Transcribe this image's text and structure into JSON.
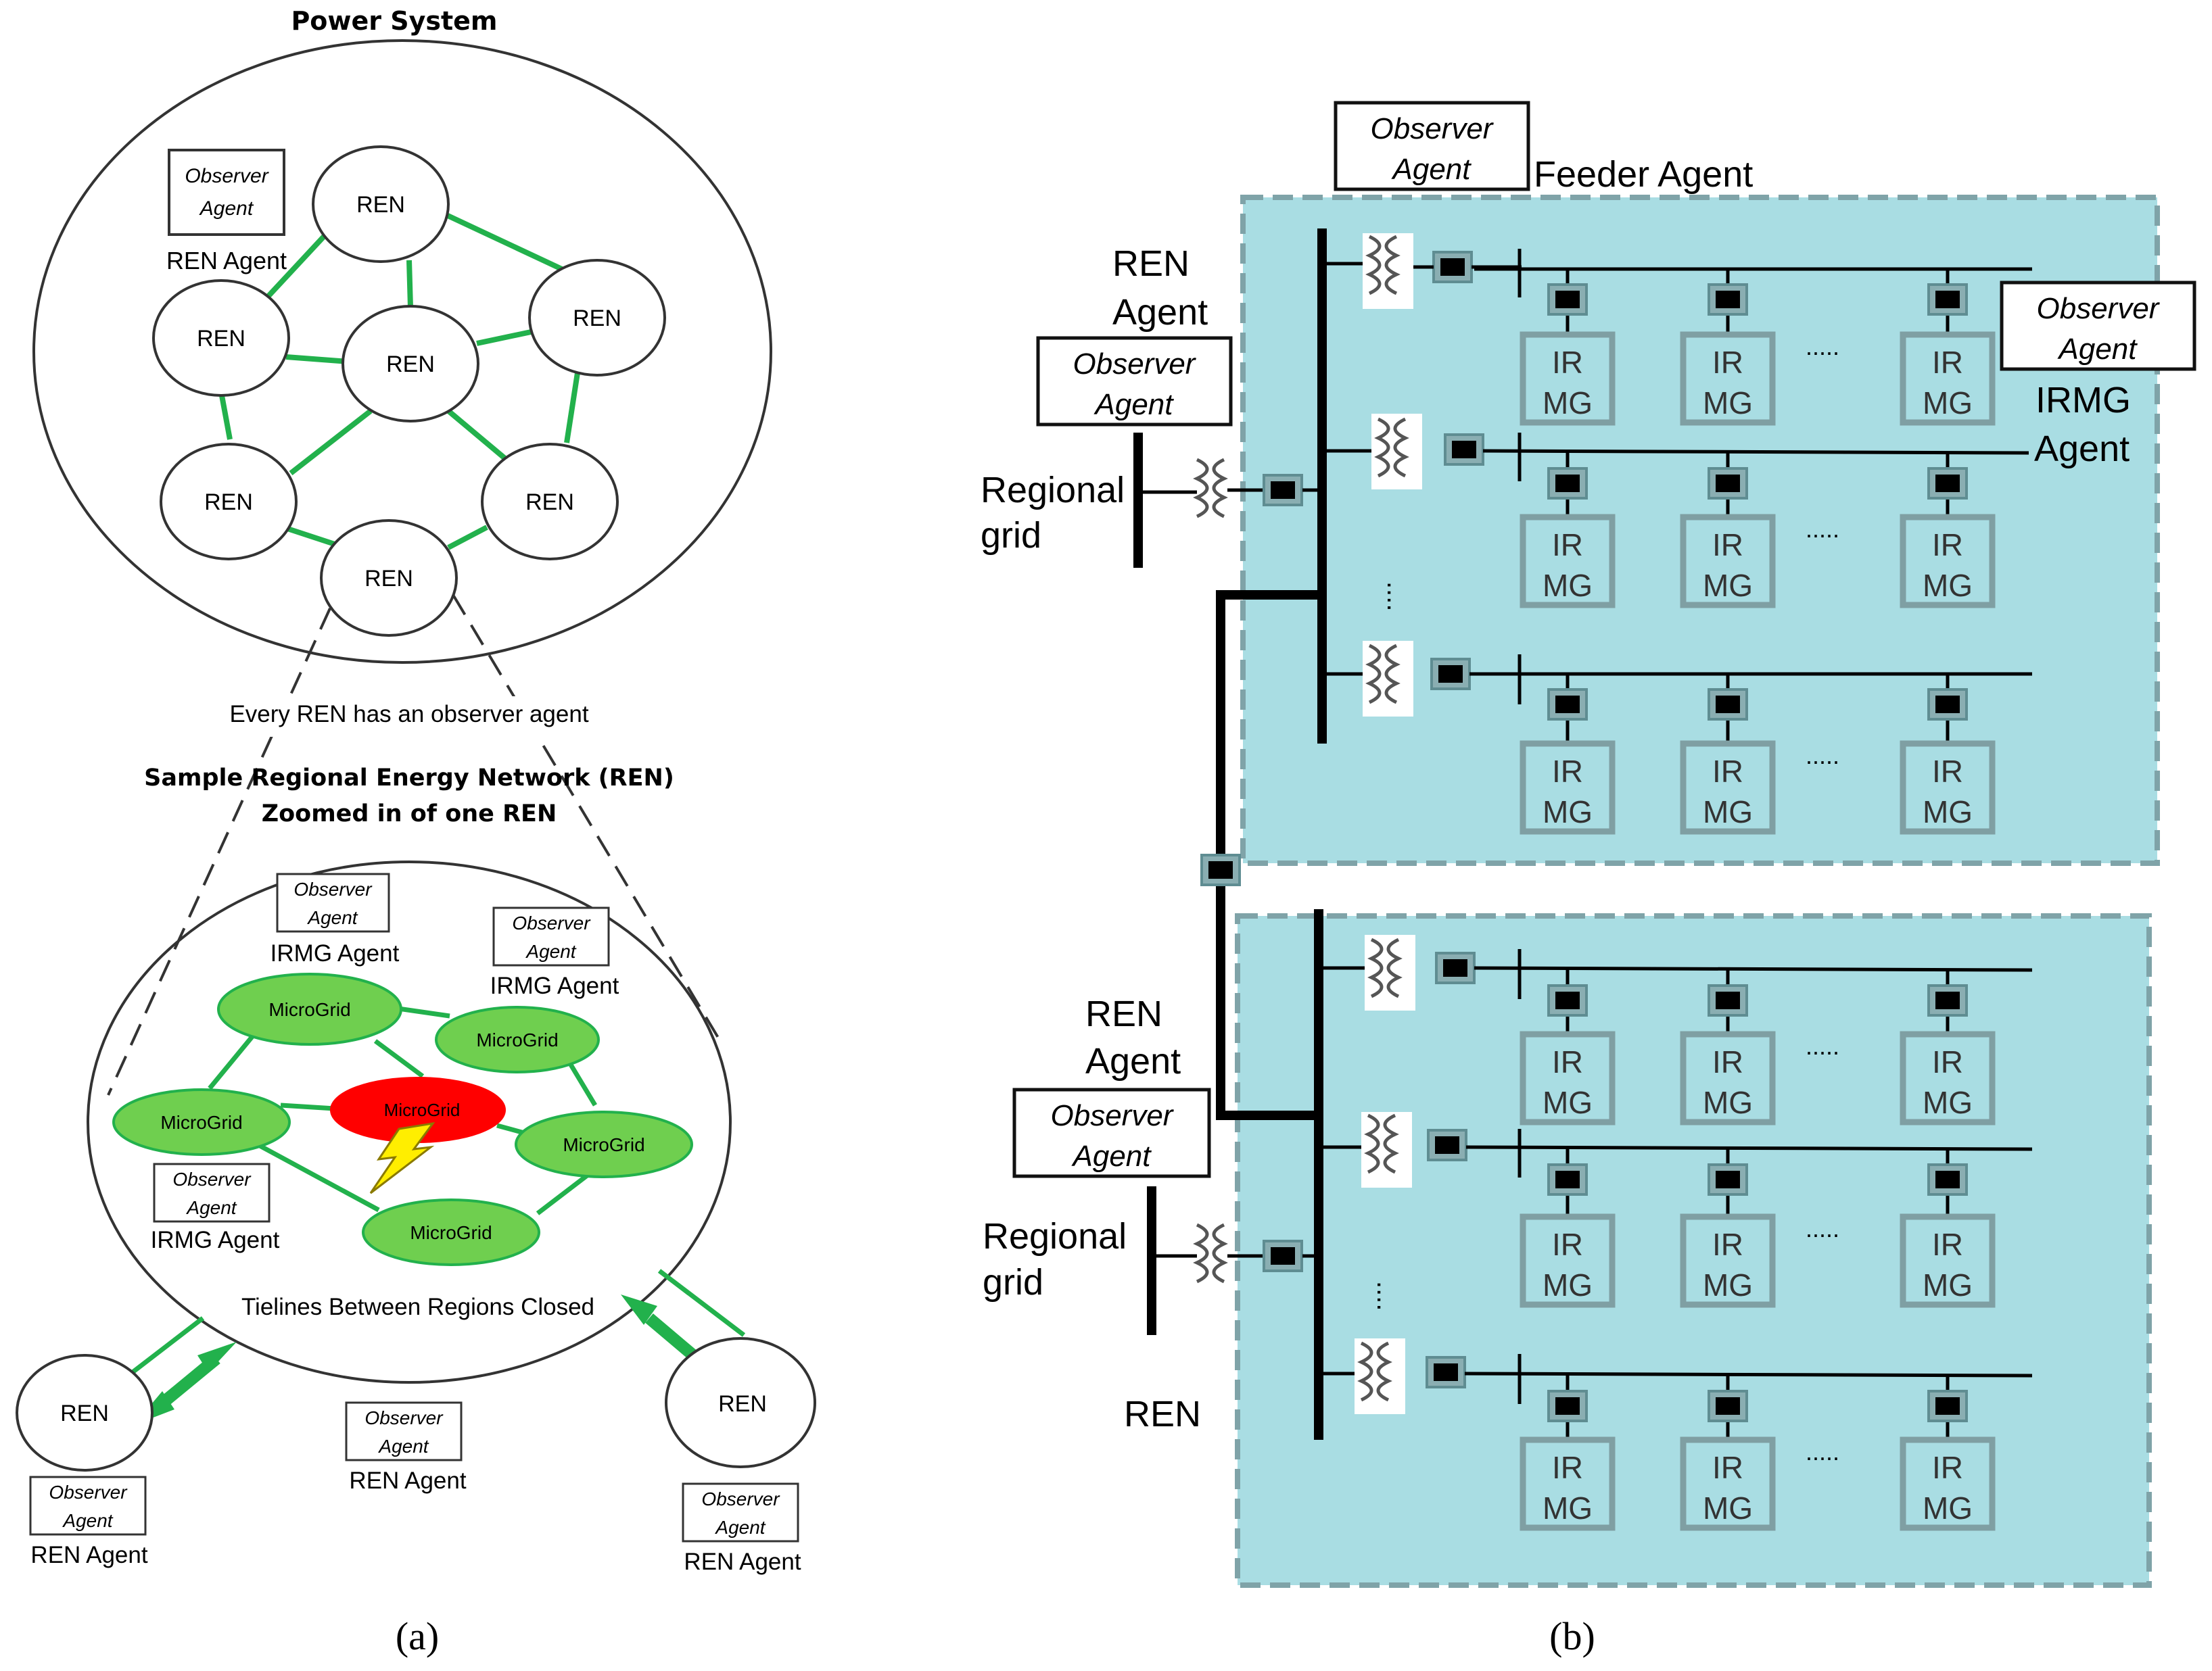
{
  "panel_a": {
    "title": "Power System",
    "ren_label": "REN",
    "observer_line1": "Observer",
    "observer_line2": "Agent",
    "ren_agent": "REN Agent",
    "irmg_agent": "IRMG Agent",
    "caption_every": "Every REN has an observer agent",
    "sample_title": "Sample Regional Energy Network (REN)",
    "zoom_title": "Zoomed in of one REN",
    "microgrid": "MicroGrid",
    "tielines": "Tielines Between Regions Closed",
    "letter": "(a)"
  },
  "panel_b": {
    "observer_line1": "Observer",
    "observer_line2": "Agent",
    "feeder_agent": "Feeder Agent",
    "ren_line1": "REN",
    "agent_word": "Agent",
    "irmg_line1": "IRMG",
    "regional_line1": "Regional",
    "regional_line2": "grid",
    "ren_label": "REN",
    "ir": "IR",
    "mg": "MG",
    "dots_h": ".....",
    "letter": "(b)"
  },
  "colors": {
    "green_line": "#22b14c",
    "microgrid_fill": "#6fcf4f",
    "fault_fill": "#ff0000",
    "bolt": "#ffee00",
    "teal_fill": "#a9dde3",
    "teal_border": "#7fa3a8",
    "box_border": "#7f9fa3"
  }
}
